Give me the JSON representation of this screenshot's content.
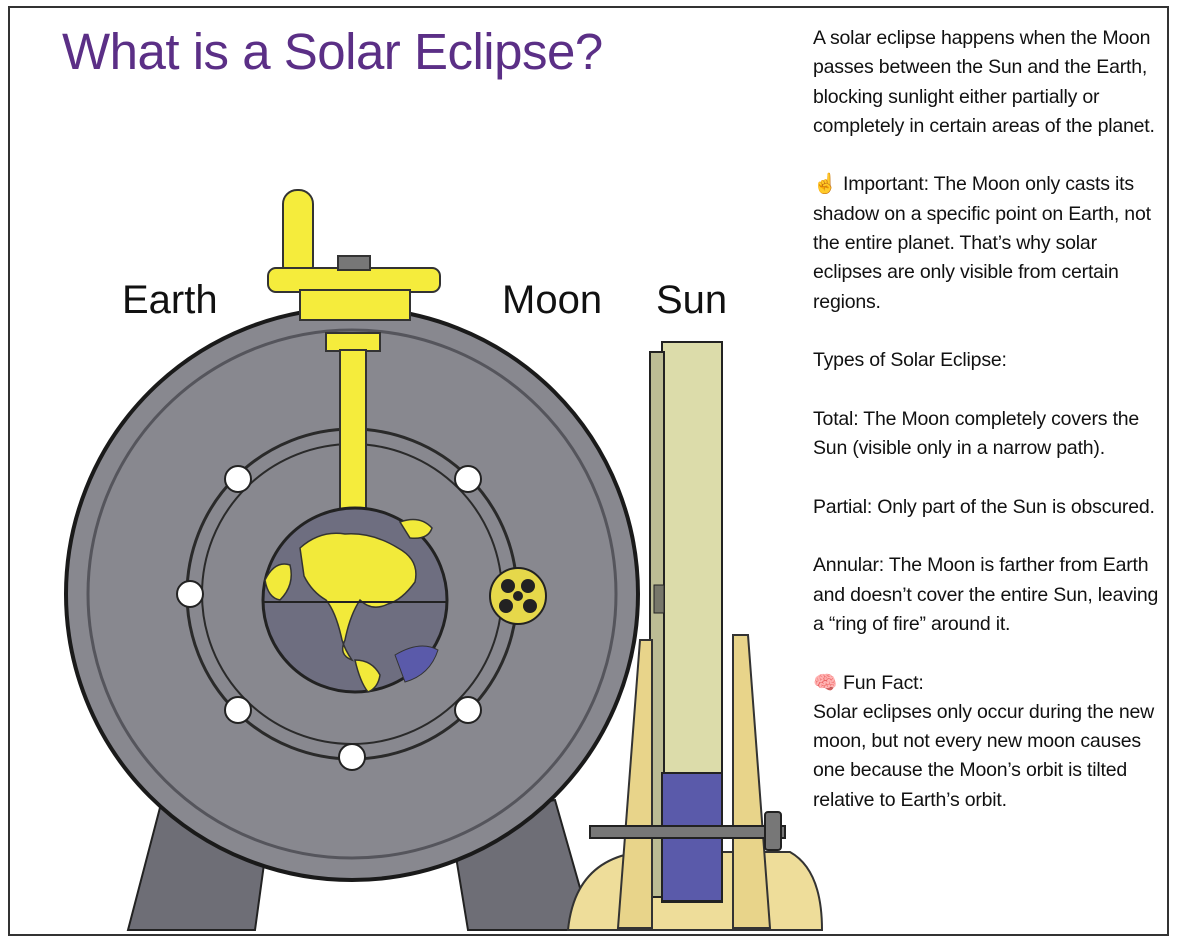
{
  "title": "What is a Solar Eclipse?",
  "labels": {
    "earth": "Earth",
    "moon": "Moon",
    "sun": "Sun"
  },
  "colors": {
    "title": "#5b2f86",
    "yellow": "#f5ec3c",
    "gray": "#8a8a92",
    "dark_gray": "#55555c",
    "sun_panel": "#dcdcaa",
    "sun_blue": "#5a5aaa",
    "wood": "#e8d48a"
  },
  "text": {
    "intro": "A solar eclipse happens when the Moon passes between the Sun and the Earth, blocking sunlight either partially or completely in certain areas of the planet.",
    "important_icon": "☝️",
    "important": "Important: The Moon only casts its shadow on a specific point on Earth, not the entire planet. That’s why solar eclipses are only visible from certain regions.",
    "types_heading": "Types of Solar Eclipse:",
    "total": "Total: The Moon completely covers the Sun (visible only in a narrow path).",
    "partial": "Partial: Only part of the Sun is obscured.",
    "annular": "Annular: The Moon is farther from Earth and doesn’t cover the entire Sun, leaving a “ring of fire” around it.",
    "fun_icon": "🧠",
    "fun_heading": "Fun Fact:",
    "fun": "Solar eclipses only occur during the new moon, but not every new moon causes one because the Moon’s orbit is tilted relative to Earth’s orbit."
  }
}
